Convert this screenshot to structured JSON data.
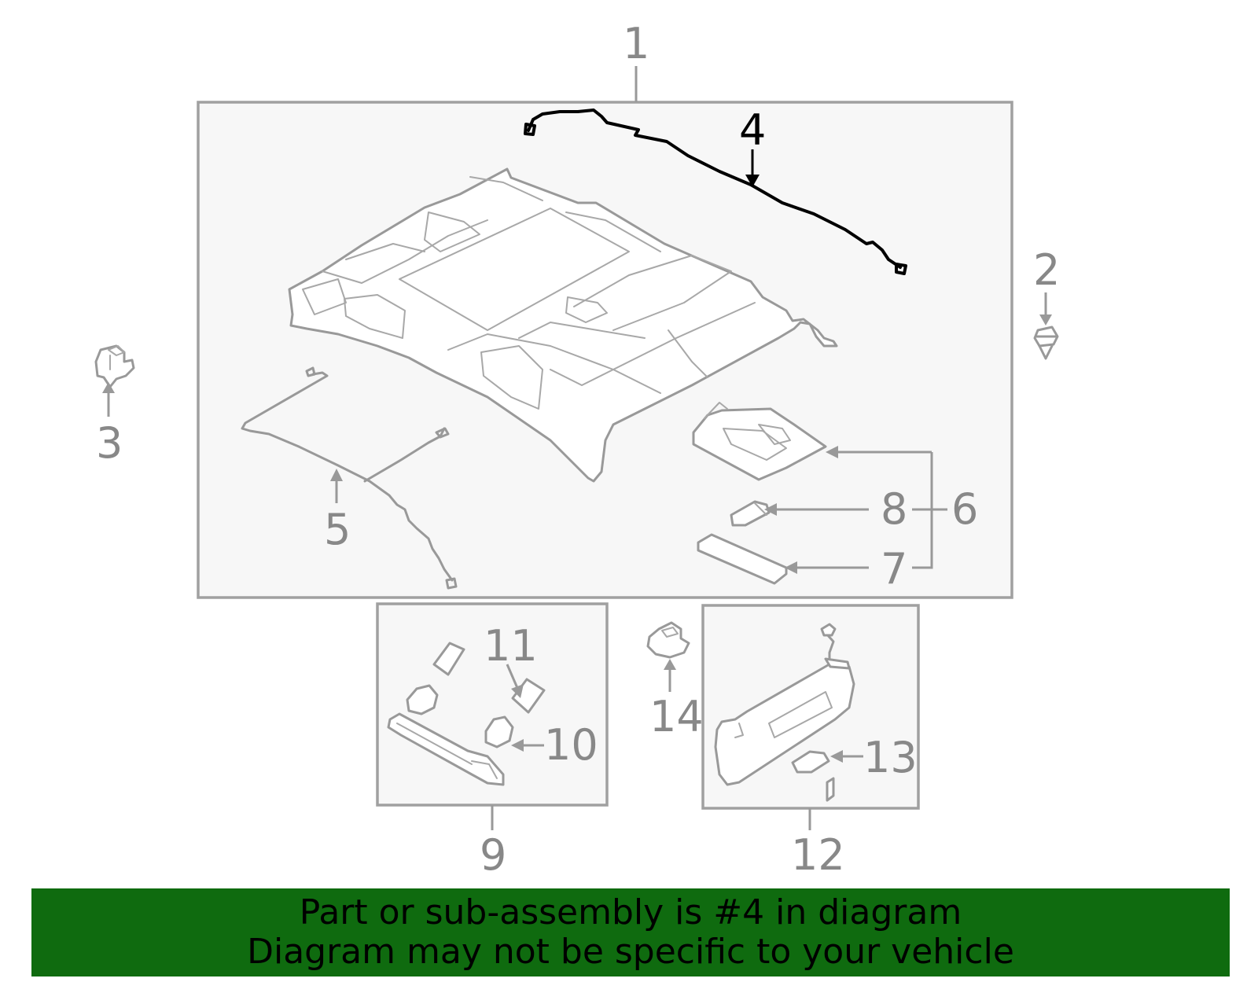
{
  "callouts": {
    "c1": "1",
    "c2": "2",
    "c3": "3",
    "c4": "4",
    "c5": "5",
    "c6": "6",
    "c7": "7",
    "c8": "8",
    "c9": "9",
    "c10": "10",
    "c11": "11",
    "c12": "12",
    "c13": "13",
    "c14": "14"
  },
  "highlighted_part": "4",
  "banner": {
    "line1": "Part or sub-assembly is #4 in diagram",
    "line2": "Diagram may not be specific to your vehicle",
    "background_color": "#0f6b0f"
  },
  "colors": {
    "part_stroke": "#999999",
    "highlight_stroke": "#000000",
    "box_fill": "#f7f7f7"
  }
}
